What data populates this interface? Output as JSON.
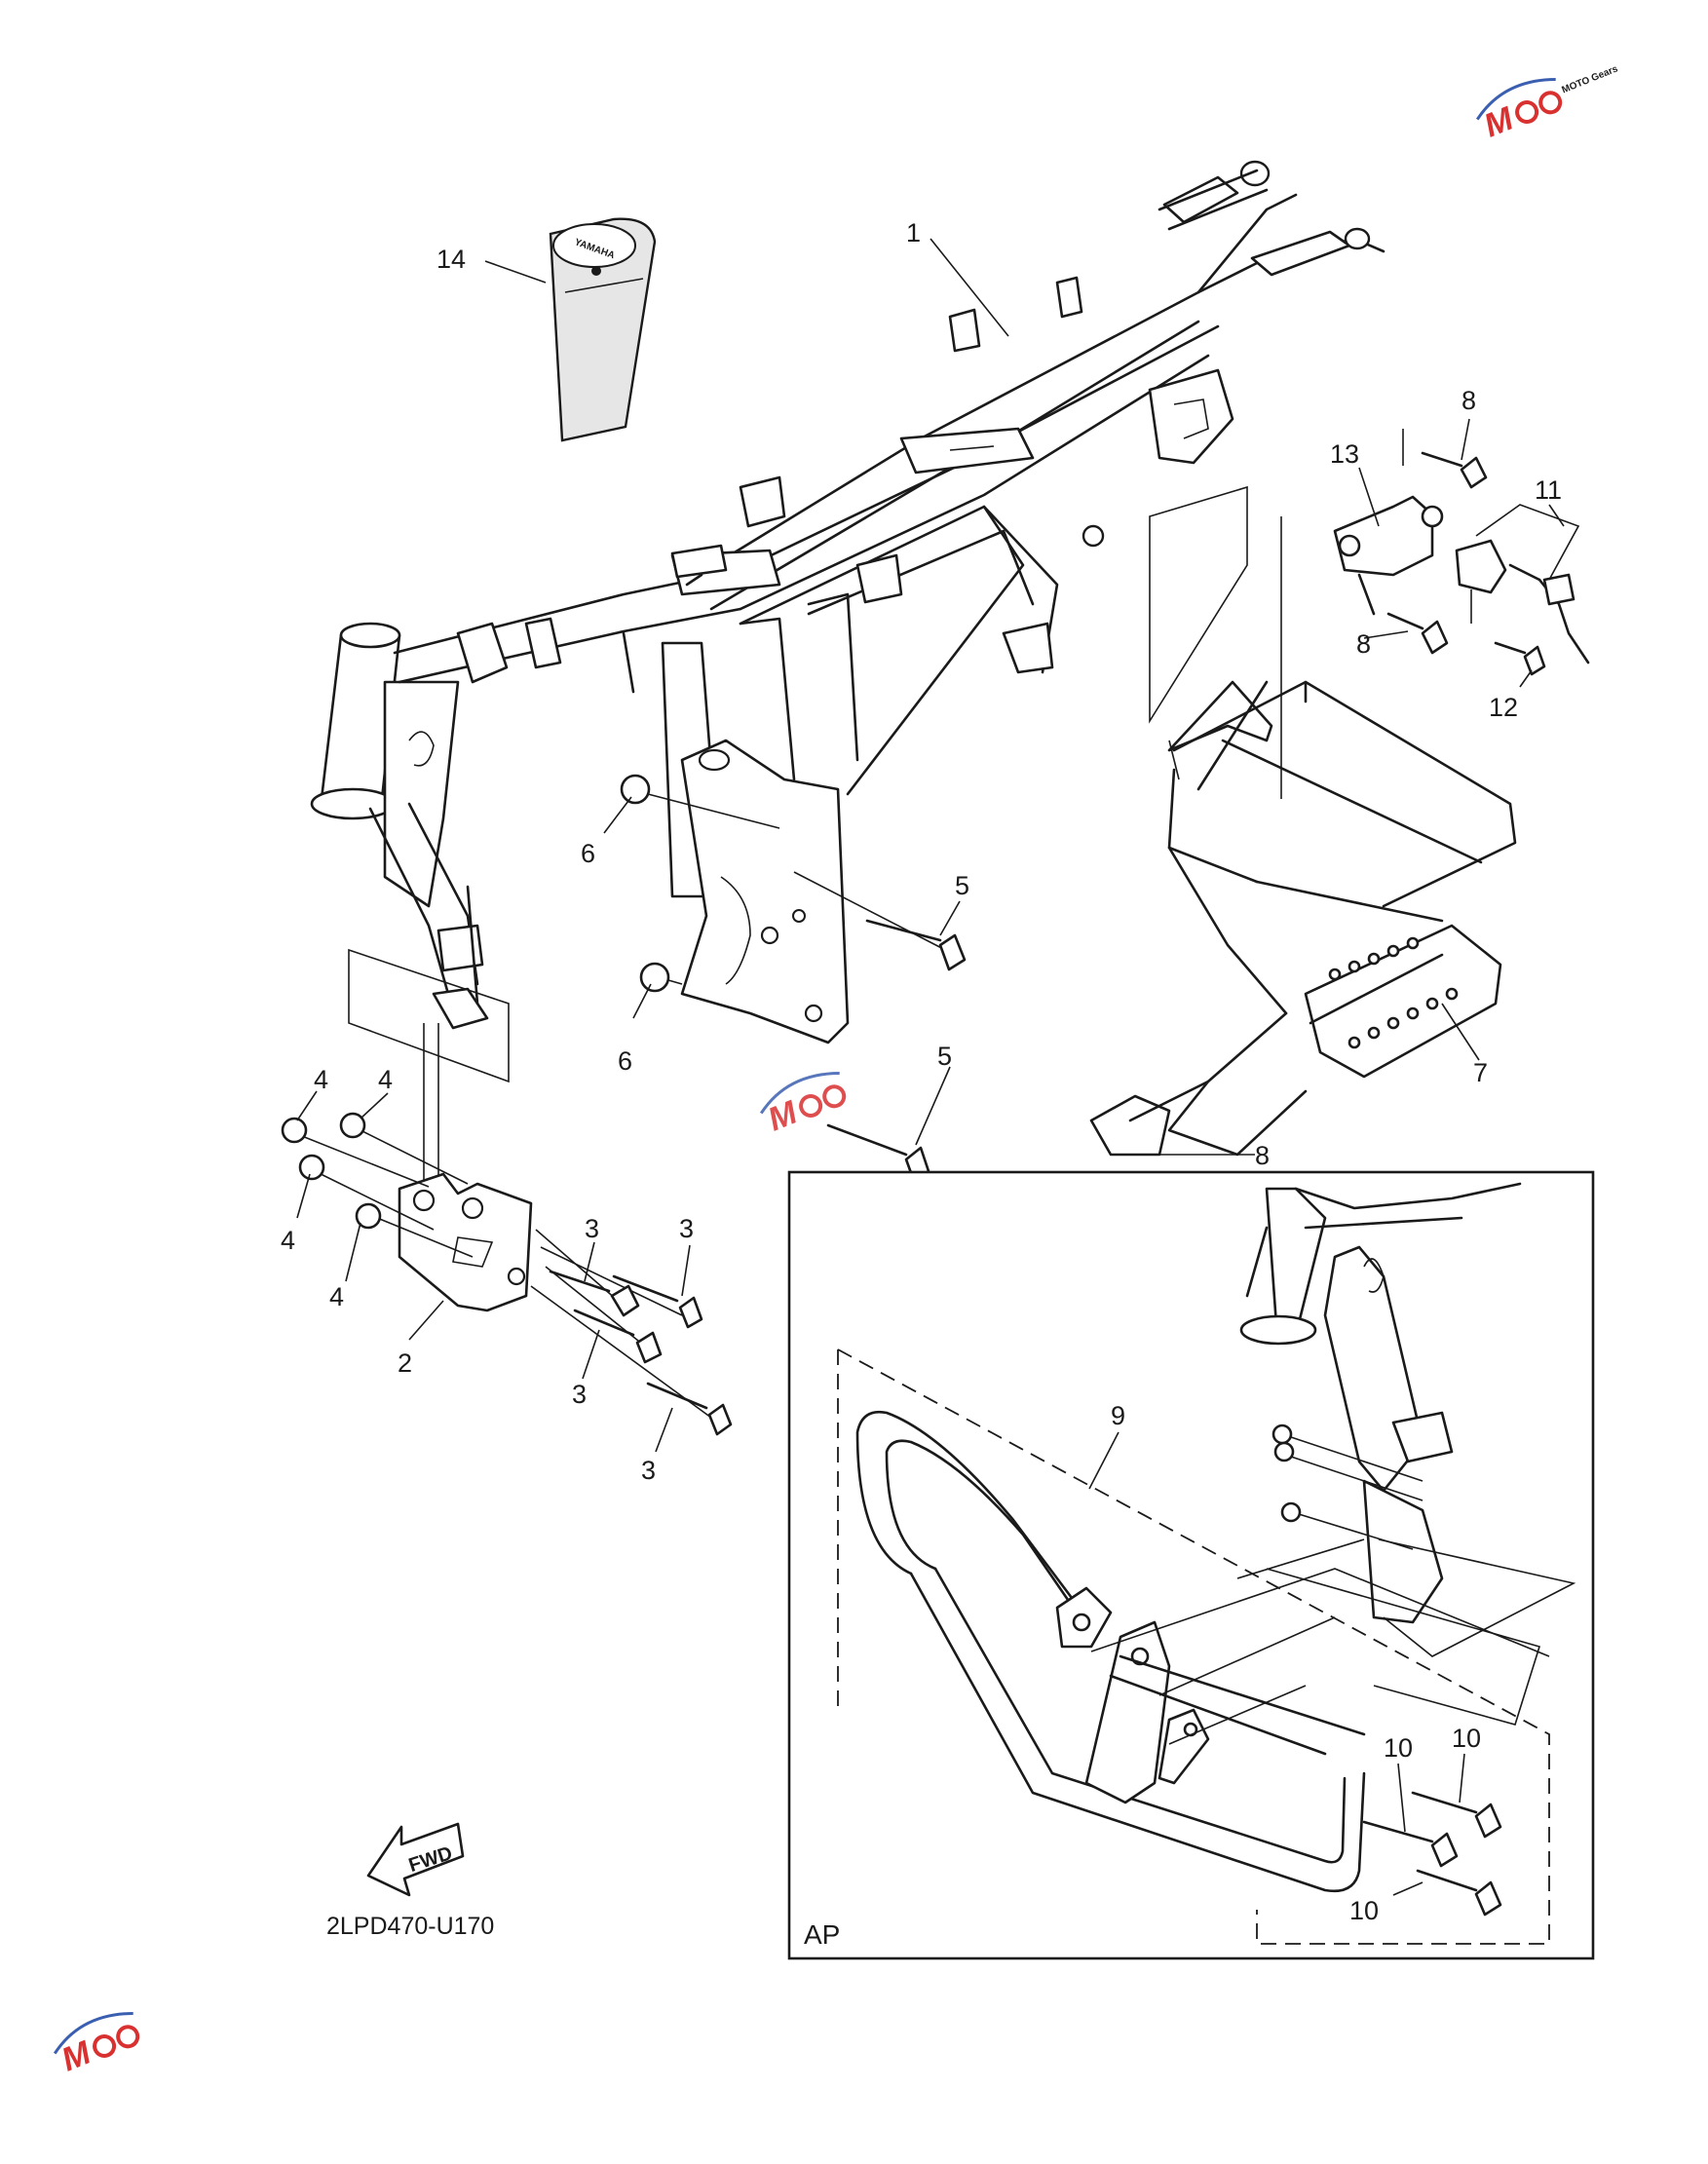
{
  "diagram_code": "2LPD470-U170",
  "inset_label": "AP",
  "fwd_label": "FWD",
  "emblem_text": "YAMAHA",
  "watermark_text": "MOTO Gears",
  "colors": {
    "line": "#1a1a1a",
    "paper": "#ffffff",
    "watermark_red": "#d93030",
    "watermark_blue": "#3b5fb0"
  },
  "callouts": {
    "c1": "1",
    "c2": "2",
    "c3a": "3",
    "c3b": "3",
    "c3c": "3",
    "c3d": "3",
    "c4a": "4",
    "c4b": "4",
    "c4c": "4",
    "c4d": "4",
    "c5a": "5",
    "c5b": "5",
    "c6a": "6",
    "c6b": "6",
    "c7": "7",
    "c8a": "8",
    "c8b": "8",
    "c8c": "8",
    "c9": "9",
    "c10a": "10",
    "c10b": "10",
    "c10c": "10",
    "c11": "11",
    "c12": "12",
    "c13": "13",
    "c14": "14"
  }
}
